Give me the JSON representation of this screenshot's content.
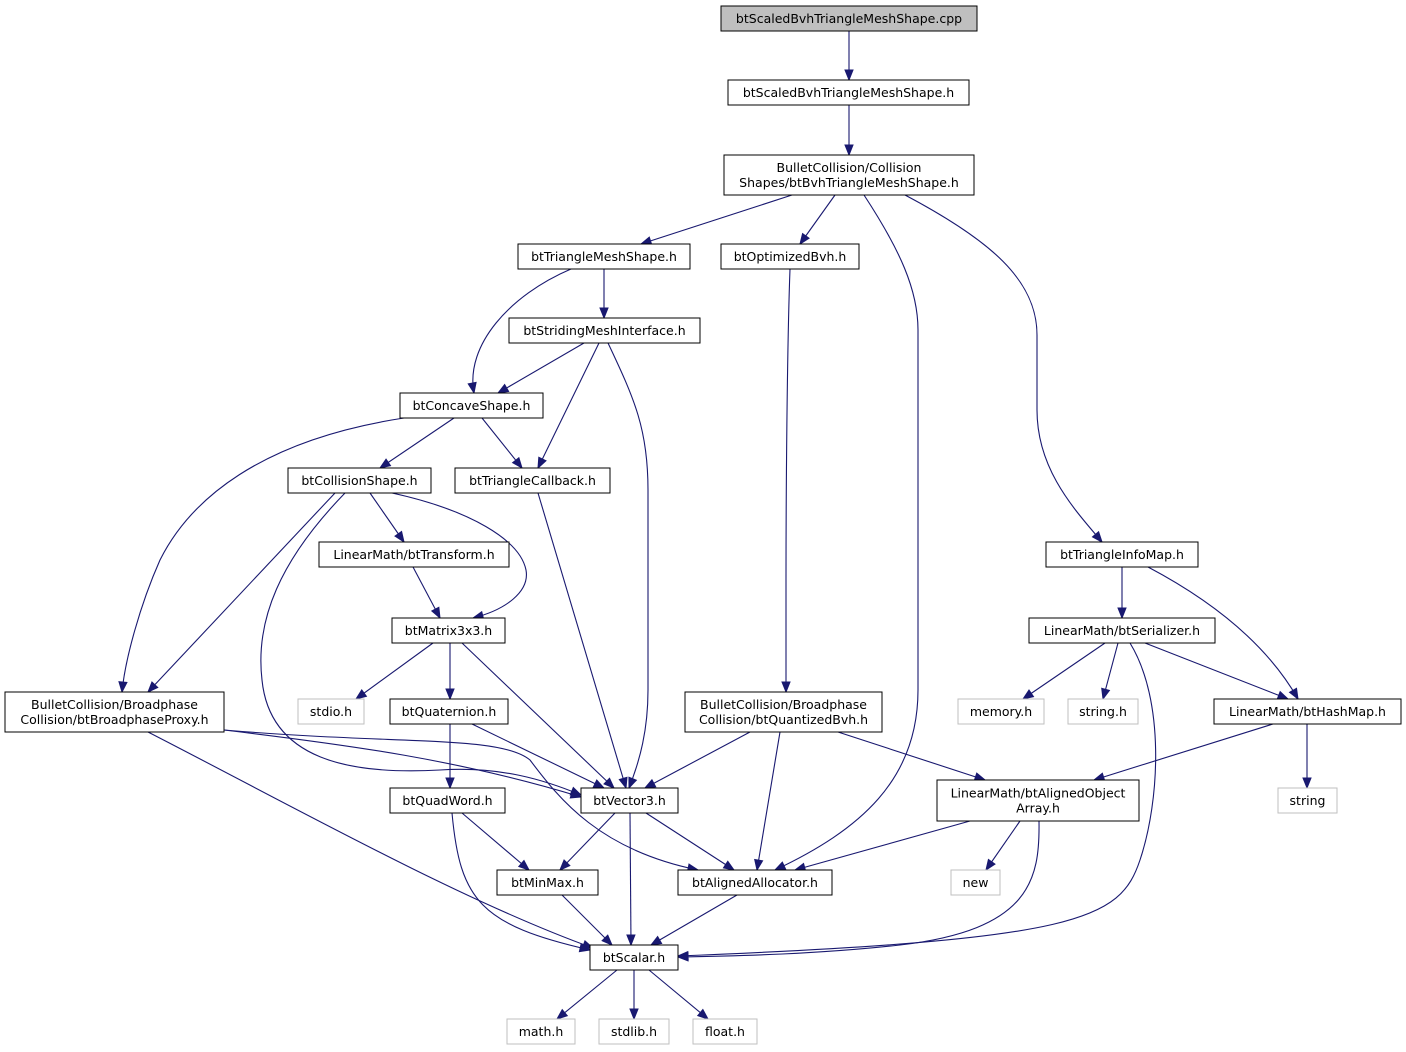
{
  "nodes": [
    {
      "id": "root",
      "lines": [
        "btScaledBvhTriangleMeshShape.cpp"
      ],
      "kind": "root"
    },
    {
      "id": "scaledbvh_h",
      "lines": [
        "btScaledBvhTriangleMeshShape.h"
      ],
      "kind": "normal"
    },
    {
      "id": "bvhtrimesh_h",
      "lines": [
        "BulletCollision/Collision",
        "Shapes/btBvhTriangleMeshShape.h"
      ],
      "kind": "normal"
    },
    {
      "id": "trimeshshape_h",
      "lines": [
        "btTriangleMeshShape.h"
      ],
      "kind": "normal"
    },
    {
      "id": "optimizedbvh_h",
      "lines": [
        "btOptimizedBvh.h"
      ],
      "kind": "normal"
    },
    {
      "id": "stridingmesh_h",
      "lines": [
        "btStridingMeshInterface.h"
      ],
      "kind": "normal"
    },
    {
      "id": "concaveshape_h",
      "lines": [
        "btConcaveShape.h"
      ],
      "kind": "normal"
    },
    {
      "id": "collisionshape_h",
      "lines": [
        "btCollisionShape.h"
      ],
      "kind": "normal"
    },
    {
      "id": "trianglecallback_h",
      "lines": [
        "btTriangleCallback.h"
      ],
      "kind": "normal"
    },
    {
      "id": "transform_h",
      "lines": [
        "LinearMath/btTransform.h"
      ],
      "kind": "normal"
    },
    {
      "id": "matrix3x3_h",
      "lines": [
        "btMatrix3x3.h"
      ],
      "kind": "normal"
    },
    {
      "id": "broadphaseproxy_h",
      "lines": [
        "BulletCollision/Broadphase",
        "Collision/btBroadphaseProxy.h"
      ],
      "kind": "normal"
    },
    {
      "id": "stdio_h",
      "lines": [
        "stdio.h"
      ],
      "kind": "external"
    },
    {
      "id": "quaternion_h",
      "lines": [
        "btQuaternion.h"
      ],
      "kind": "normal"
    },
    {
      "id": "quantizedbvh_h",
      "lines": [
        "BulletCollision/Broadphase",
        "Collision/btQuantizedBvh.h"
      ],
      "kind": "normal"
    },
    {
      "id": "vector3_h",
      "lines": [
        "btVector3.h"
      ],
      "kind": "normal"
    },
    {
      "id": "quadword_h",
      "lines": [
        "btQuadWord.h"
      ],
      "kind": "normal"
    },
    {
      "id": "minmax_h",
      "lines": [
        "btMinMax.h"
      ],
      "kind": "normal"
    },
    {
      "id": "alignedallocator_h",
      "lines": [
        "btAlignedAllocator.h"
      ],
      "kind": "normal"
    },
    {
      "id": "scalar_h",
      "lines": [
        "btScalar.h"
      ],
      "kind": "normal"
    },
    {
      "id": "math_h",
      "lines": [
        "math.h"
      ],
      "kind": "external"
    },
    {
      "id": "stdlib_h",
      "lines": [
        "stdlib.h"
      ],
      "kind": "external"
    },
    {
      "id": "float_h",
      "lines": [
        "float.h"
      ],
      "kind": "external"
    },
    {
      "id": "triangleinfomap_h",
      "lines": [
        "btTriangleInfoMap.h"
      ],
      "kind": "normal"
    },
    {
      "id": "serializer_h",
      "lines": [
        "LinearMath/btSerializer.h"
      ],
      "kind": "normal"
    },
    {
      "id": "memory_h",
      "lines": [
        "memory.h"
      ],
      "kind": "external"
    },
    {
      "id": "string_h",
      "lines": [
        "string.h"
      ],
      "kind": "external"
    },
    {
      "id": "hashmap_h",
      "lines": [
        "LinearMath/btHashMap.h"
      ],
      "kind": "normal"
    },
    {
      "id": "string",
      "lines": [
        "string"
      ],
      "kind": "external"
    },
    {
      "id": "alignedobjectarray_h",
      "lines": [
        "LinearMath/btAlignedObject",
        "Array.h"
      ],
      "kind": "normal"
    },
    {
      "id": "new",
      "lines": [
        "new"
      ],
      "kind": "external"
    }
  ],
  "edges": [
    [
      "root",
      "scaledbvh_h"
    ],
    [
      "scaledbvh_h",
      "bvhtrimesh_h"
    ],
    [
      "bvhtrimesh_h",
      "trimeshshape_h"
    ],
    [
      "bvhtrimesh_h",
      "optimizedbvh_h"
    ],
    [
      "bvhtrimesh_h",
      "alignedallocator_h"
    ],
    [
      "bvhtrimesh_h",
      "triangleinfomap_h"
    ],
    [
      "trimeshshape_h",
      "stridingmesh_h"
    ],
    [
      "trimeshshape_h",
      "concaveshape_h"
    ],
    [
      "stridingmesh_h",
      "concaveshape_h"
    ],
    [
      "stridingmesh_h",
      "trianglecallback_h"
    ],
    [
      "stridingmesh_h",
      "vector3_h"
    ],
    [
      "optimizedbvh_h",
      "quantizedbvh_h"
    ],
    [
      "concaveshape_h",
      "collisionshape_h"
    ],
    [
      "concaveshape_h",
      "trianglecallback_h"
    ],
    [
      "concaveshape_h",
      "broadphaseproxy_h"
    ],
    [
      "collisionshape_h",
      "transform_h"
    ],
    [
      "collisionshape_h",
      "matrix3x3_h"
    ],
    [
      "collisionshape_h",
      "broadphaseproxy_h"
    ],
    [
      "collisionshape_h",
      "vector3_h"
    ],
    [
      "trianglecallback_h",
      "vector3_h"
    ],
    [
      "transform_h",
      "matrix3x3_h"
    ],
    [
      "matrix3x3_h",
      "stdio_h"
    ],
    [
      "matrix3x3_h",
      "quaternion_h"
    ],
    [
      "matrix3x3_h",
      "vector3_h"
    ],
    [
      "broadphaseproxy_h",
      "vector3_h"
    ],
    [
      "broadphaseproxy_h",
      "alignedallocator_h"
    ],
    [
      "broadphaseproxy_h",
      "scalar_h"
    ],
    [
      "quaternion_h",
      "quadword_h"
    ],
    [
      "quaternion_h",
      "vector3_h"
    ],
    [
      "quantizedbvh_h",
      "vector3_h"
    ],
    [
      "quantizedbvh_h",
      "alignedallocator_h"
    ],
    [
      "quantizedbvh_h",
      "alignedobjectarray_h"
    ],
    [
      "quadword_h",
      "minmax_h"
    ],
    [
      "quadword_h",
      "scalar_h"
    ],
    [
      "vector3_h",
      "minmax_h"
    ],
    [
      "vector3_h",
      "alignedallocator_h"
    ],
    [
      "vector3_h",
      "scalar_h"
    ],
    [
      "minmax_h",
      "scalar_h"
    ],
    [
      "alignedallocator_h",
      "scalar_h"
    ],
    [
      "scalar_h",
      "math_h"
    ],
    [
      "scalar_h",
      "stdlib_h"
    ],
    [
      "scalar_h",
      "float_h"
    ],
    [
      "triangleinfomap_h",
      "serializer_h"
    ],
    [
      "triangleinfomap_h",
      "hashmap_h"
    ],
    [
      "serializer_h",
      "memory_h"
    ],
    [
      "serializer_h",
      "string_h"
    ],
    [
      "serializer_h",
      "hashmap_h"
    ],
    [
      "serializer_h",
      "scalar_h"
    ],
    [
      "hashmap_h",
      "alignedobjectarray_h"
    ],
    [
      "hashmap_h",
      "string"
    ],
    [
      "alignedobjectarray_h",
      "new"
    ],
    [
      "alignedobjectarray_h",
      "alignedallocator_h"
    ],
    [
      "alignedobjectarray_h",
      "scalar_h"
    ]
  ],
  "colors": {
    "edge": "#191970",
    "node_border": "#000000",
    "root_fill": "#bfbfbf",
    "external_border": "#bfbfbf",
    "node_fill": "#ffffff"
  }
}
